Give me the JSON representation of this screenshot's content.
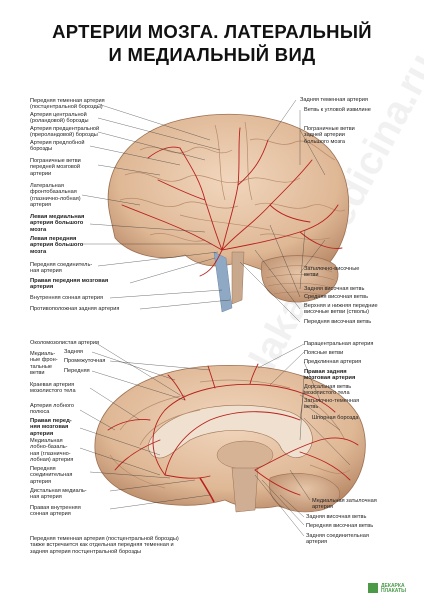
{
  "title": {
    "line1": "АРТЕРИИ МОЗГА. ЛАТЕРАЛЬНЫЙ",
    "line2": "И МЕДИАЛЬНЫЙ ВИД"
  },
  "lateral_left": [
    "Передняя теменная артерия\n(постцентральной борозды)",
    "Артерия центральной\n(роландовой) борозды",
    "Артерия предцентральной\n(прероландовой) борозды",
    "Артерия предлобной\nборозды",
    "Пограничные ветви\nпередней мозговой\nартерии",
    "Латеральная\nфронтобазальная\n(глазнично-лобная)\nартерия",
    "Левая медиальная\nартерия большого\nмозга",
    "Левая передняя\nартерия большого\nмозга",
    "Передняя соединитель-\nная артерия",
    "Правая передняя мозговая\nартерия",
    "Внутренняя сонная артерия",
    "Противоположная задняя артерия"
  ],
  "lateral_right": [
    "Задняя теменная артерия",
    "Ветвь к угловой извилине",
    "Пограничные ветви\nзадней артерии\nбольшого мозга",
    "Затылочно-височные\nветви",
    "Задняя височная ветвь",
    "Средняя височная ветвь",
    "Верхняя и нижняя передние\nвисочные ветви (стволы)",
    "Передняя височная ветвь"
  ],
  "medial_left": [
    "Околомозолистая артерия",
    "Медиаль-\nные фрон-\nтальные\nветви",
    "Задняя",
    "Промежуточная",
    "Передняя",
    "Краевая артерия\nмозолистого тела",
    "Артерия лобного\nполюса",
    "Правая перед-\nняя мозговая\nартерия",
    "Медиальная\nлобно-базаль-\nная (глазнично-\nлобная) артерия",
    "Передняя\nсоединительная\nартерия",
    "Дистальная медиаль-\nная артерия",
    "Правая внутренняя\nсонная артерия"
  ],
  "medial_right": [
    "Парацентральная артерия",
    "Поясные ветви",
    "Предклинная артерия",
    "Правая задняя\nмозговая артерия",
    "Дорсальная ветвь\nмозолистого тела",
    "Затылочно-теменная\nветвь",
    "Шпорная борозда",
    "Медиальная затылочная\nартерия",
    "Задняя височная ветвь",
    "Передняя височная ветвь",
    "Задняя соединительная\nартерия"
  ],
  "note": "Передняя теменная артерия (постцентральной борозды)\nтакже встречается как отдельная передняя теменная и\nзадняя артерия постцентральной борозды",
  "watermark": "plakaty-medicina.ru",
  "logo": "ДЕКАРКА\nПЛАКАТЫ",
  "colors": {
    "brain": "#e2bfa0",
    "gyri": "#c99c7c",
    "artery": "#b8201c",
    "cerebellum": "#d6b194",
    "vessel_blue": "#8fa8c4"
  }
}
